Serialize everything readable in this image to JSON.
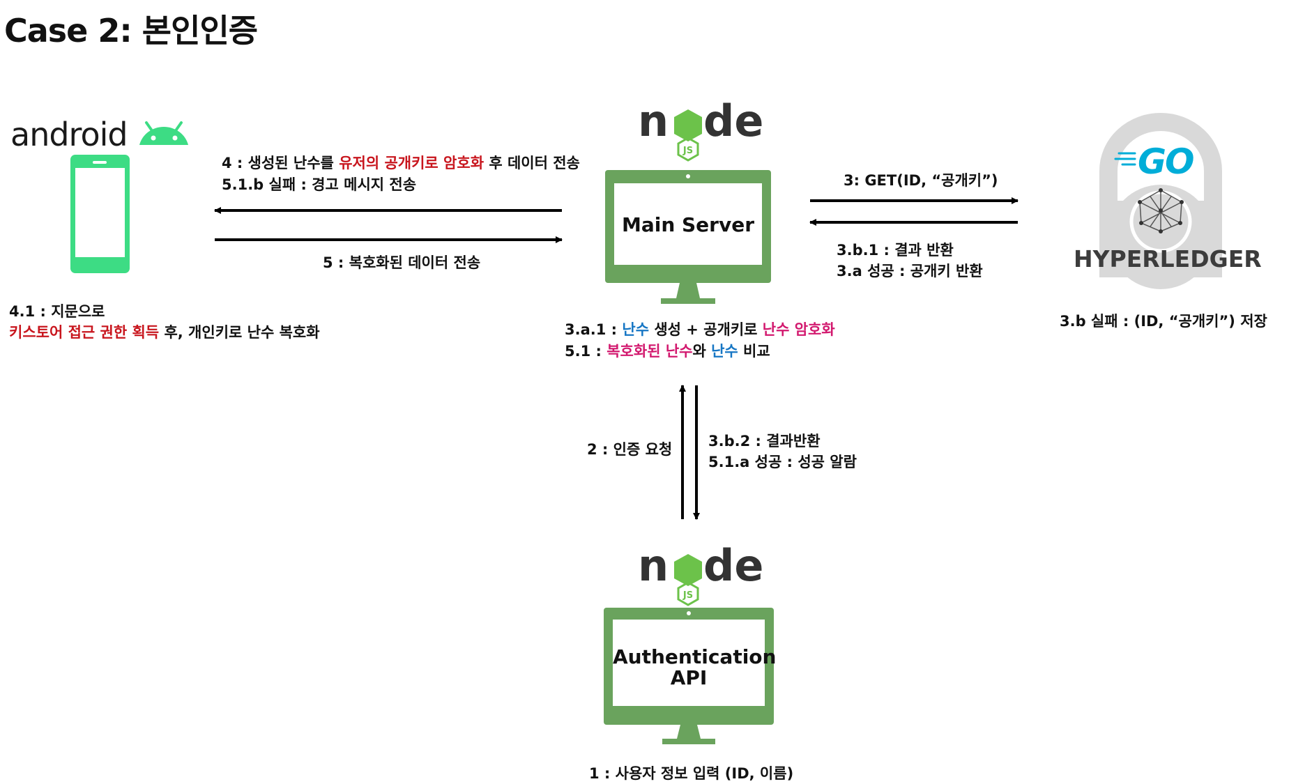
{
  "title": "Case 2: 본인인증",
  "android": {
    "wordmark": "android"
  },
  "hyperledger": {
    "go_text": "GO",
    "wordmark": "HYPERLEDGER"
  },
  "nodejs": {
    "wordmark": "node",
    "badge": "JS"
  },
  "main_server": {
    "label": "Main Server"
  },
  "auth_api": {
    "line1": "Authentication",
    "line2": "API"
  },
  "labels": {
    "step4_prefix": "4 : 생성된 난수를 ",
    "step4_red": "유저의 공개키로 암호화",
    "step4_suffix": " 후 데이터 전송",
    "step5_1_b": "5.1.b 실패 : 경고 메시지 전송",
    "step5": "5 : 복호화된 데이터 전송",
    "step4_1_line1": "4.1 : 지문으로",
    "step4_1_red": "키스토어 접근 권한 획득",
    "step4_1_suffix": " 후, 개인키로 난수 복호화",
    "step3": "3: GET(ID, “공개키”)",
    "step3_b_1": "3.b.1 : 결과 반환",
    "step3_a": "3.a 성공 : 공개키 반환",
    "step3_b": "3.b 실패 : (ID, “공개키”) 저장",
    "step3_a_1_prefix": "3.a.1 : ",
    "step3_a_1_blue1": "난수",
    "step3_a_1_mid": " 생성 + 공개키로 ",
    "step3_a_1_pink": "난수 암호화",
    "step5_1_prefix": "5.1 : ",
    "step5_1_pink": "복호화된 난수",
    "step5_1_mid": "와 ",
    "step5_1_blue": "난수",
    "step5_1_suffix": " 비교",
    "step2": "2 : 인증 요청",
    "step3_b_2": "3.b.2 : 결과반환",
    "step5_1_a": "5.1.a 성공 : 성공 알람",
    "step1": "1 : 사용자 정보 입력 (ID, 이름)"
  },
  "colors": {
    "android_green": "#3ddc84",
    "monitor_green": "#6aa35d",
    "node_green": "#6cc24a",
    "node_dark": "#333333",
    "go_blue": "#00add8",
    "hyperledger_gray": "#d9d9d9",
    "red": "#c8151d",
    "blue": "#1676c4",
    "pink": "#d2186e"
  }
}
